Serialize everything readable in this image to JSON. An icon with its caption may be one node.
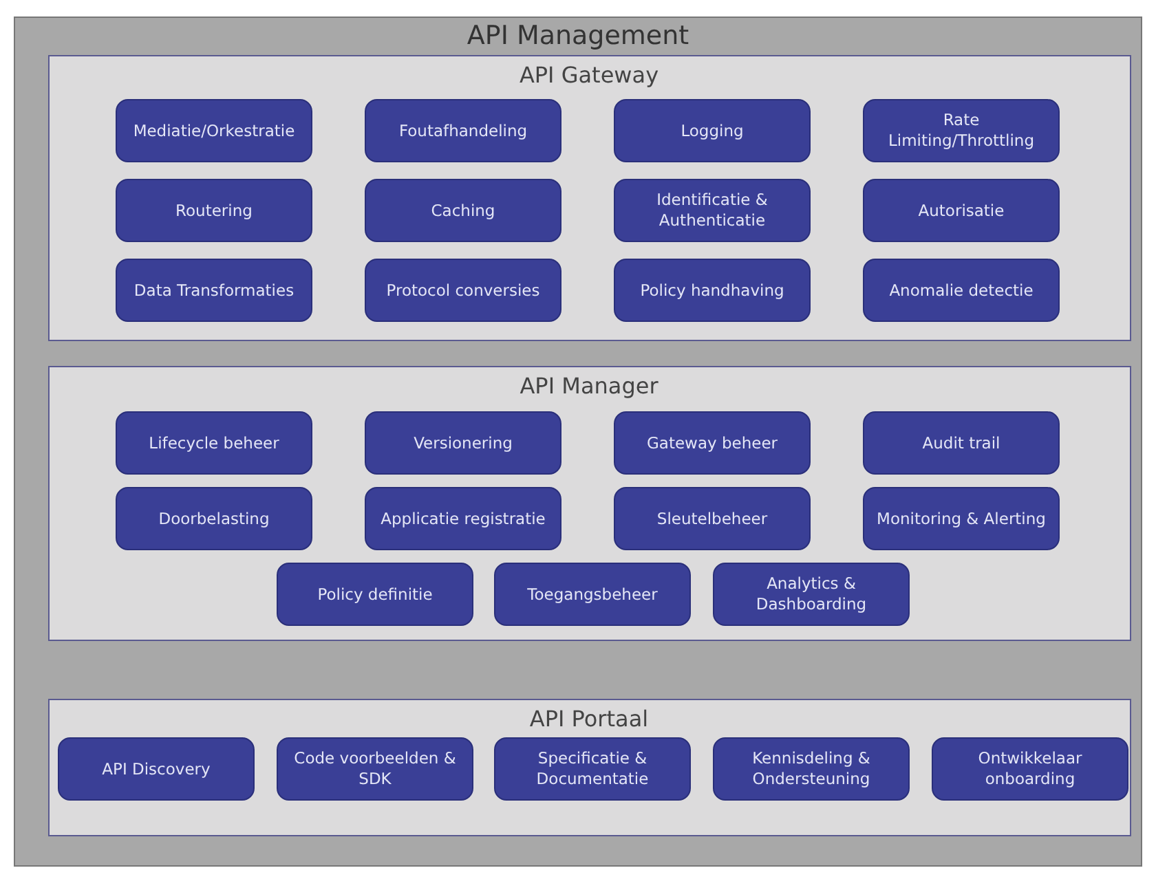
{
  "diagram": {
    "nodes": [
      {
        "text": [
          "API Management"
        ]
      },
      {
        "text": [
          "API Gateway"
        ],
        "in": 0
      },
      {
        "text": [
          "Mediatie/Orkestratie"
        ],
        "in": 1
      },
      {
        "text": [
          "Foutafhandeling"
        ],
        "in": 1
      },
      {
        "text": [
          "Logging"
        ],
        "in": 1
      },
      {
        "text": [
          "Rate Limiting/Throttling"
        ],
        "in": 1
      },
      {
        "text": [
          "Routering"
        ],
        "in": 1
      },
      {
        "text": [
          "Caching"
        ],
        "in": 1
      },
      {
        "text": [
          "Identificatie & Authenticatie"
        ],
        "in": 1
      },
      {
        "text": [
          "Autorisatie"
        ],
        "in": 1
      },
      {
        "text": [
          "Data Transformaties"
        ],
        "in": 1
      },
      {
        "text": [
          "Protocol conversies"
        ],
        "in": 1
      },
      {
        "text": [
          "Policy handhaving"
        ],
        "in": 1
      },
      {
        "text": [
          "Anomalie detectie"
        ],
        "in": 1
      },
      {
        "text": [
          "API Manager"
        ],
        "in": 0
      },
      {
        "text": [
          "Lifecycle beheer"
        ],
        "in": 14
      },
      {
        "text": [
          "Versionering"
        ],
        "in": 14
      },
      {
        "text": [
          "Gateway beheer"
        ],
        "in": 14
      },
      {
        "text": [
          "Audit trail"
        ],
        "in": 14
      },
      {
        "text": [
          "Doorbelasting"
        ],
        "in": 14
      },
      {
        "text": [
          "Applicatie registratie"
        ],
        "in": 14
      },
      {
        "text": [
          "Sleutelbeheer"
        ],
        "in": 14
      },
      {
        "text": [
          "Monitoring & Alerting"
        ],
        "in": 14
      },
      {
        "text": [
          "Policy definitie"
        ],
        "in": 14
      },
      {
        "text": [
          "Toegangsbeheer"
        ],
        "in": 14
      },
      {
        "text": [
          "Analytics & Dashboarding"
        ],
        "in": 14
      },
      {
        "text": [
          "API Portaal"
        ],
        "in": 0
      },
      {
        "text": [
          "API Discovery"
        ],
        "in": 26
      },
      {
        "text": [
          "Code voorbeelden & SDK"
        ],
        "in": 26
      },
      {
        "text": [
          "Specificatie & Documentatie"
        ],
        "in": 26
      },
      {
        "text": [
          "Kennisdeling & Ondersteuning"
        ],
        "in": 26
      },
      {
        "text": [
          "Ontwikkelaar onboarding"
        ],
        "in": 26
      }
    ],
    "edges": []
  }
}
